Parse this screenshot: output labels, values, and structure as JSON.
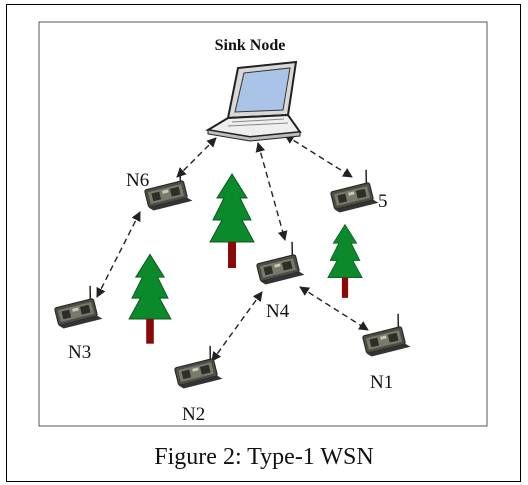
{
  "sink": {
    "label": "Sink Node"
  },
  "nodes": [
    {
      "id": "n1",
      "label": "N1"
    },
    {
      "id": "n2",
      "label": "N2"
    },
    {
      "id": "n3",
      "label": "N3"
    },
    {
      "id": "n4",
      "label": "N4"
    },
    {
      "id": "n5",
      "label": "5"
    },
    {
      "id": "n6",
      "label": "N6"
    }
  ],
  "links": [
    {
      "from": "sink",
      "to": "n6"
    },
    {
      "from": "sink",
      "to": "n4"
    },
    {
      "from": "sink",
      "to": "n5"
    },
    {
      "from": "n6",
      "to": "n3"
    },
    {
      "from": "n4",
      "to": "n2"
    },
    {
      "from": "n4",
      "to": "n1"
    }
  ],
  "caption": "Figure 2: Type-1 WSN",
  "colors": {
    "tree": "#0a8a2a",
    "trunk": "#8a0a0a",
    "sensor": "#5a5a50"
  }
}
